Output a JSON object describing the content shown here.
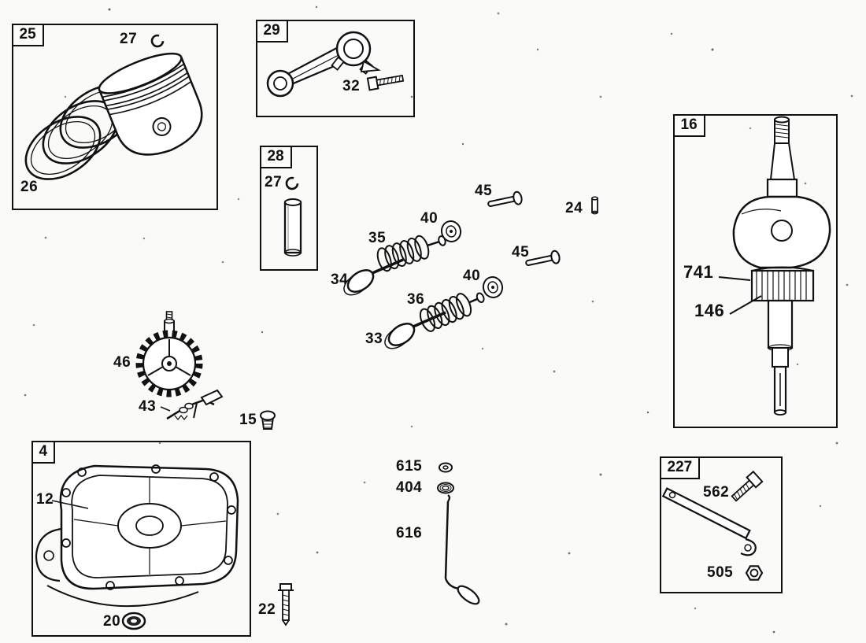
{
  "page": {
    "bg": "#fafaf8",
    "ink": "#111111"
  },
  "boxes": {
    "piston": {
      "num": "25",
      "clip": "27",
      "rings": "26"
    },
    "rod": {
      "num": "29",
      "bolt": "32"
    },
    "pin": {
      "num": "28",
      "clip": "27"
    },
    "crank": {
      "num": "16",
      "gear": "741",
      "key": "146"
    },
    "sump": {
      "num": "4",
      "gasket": "12",
      "seal": "20"
    },
    "bracket": {
      "num": "227",
      "screw": "562",
      "nut": "505"
    }
  },
  "parts": {
    "pin_upper": "45",
    "pin_lower": "45",
    "dowel": "24",
    "cap_upper": "40",
    "cap_lower": "40",
    "spring_intake": "35",
    "valve_intake": "34",
    "spring_exhaust": "36",
    "valve_exhaust": "33",
    "governor_gear": "46",
    "governor_crank": "43",
    "plug": "15",
    "washer": "615",
    "seal_washer": "404",
    "dipstick": "616",
    "bolt": "22"
  }
}
